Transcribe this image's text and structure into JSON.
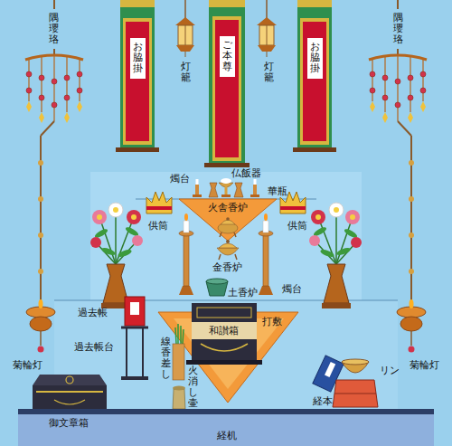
{
  "diagram": {
    "nodes": [
      {
        "text": [
          "お脇掛"
        ]
      },
      {
        "text": [
          "ご本尊"
        ]
      },
      {
        "text": [
          "お脇掛"
        ]
      }
    ],
    "labels": [
      "隅瓔珞",
      "灯籠",
      "灯籠",
      "隅瓔珞",
      "燭台",
      "仏飯器",
      "華瓶",
      "火舎香炉",
      "供筒",
      "供筒",
      "金香炉",
      "土香炉",
      "燭台",
      "菊輪灯",
      "菊輪灯",
      "過去帳",
      "和讃箱",
      "打敷",
      "過去帳台",
      "線香差し",
      "リン",
      "経本",
      "御文章箱",
      "火消し壷",
      "経机"
    ]
  }
}
